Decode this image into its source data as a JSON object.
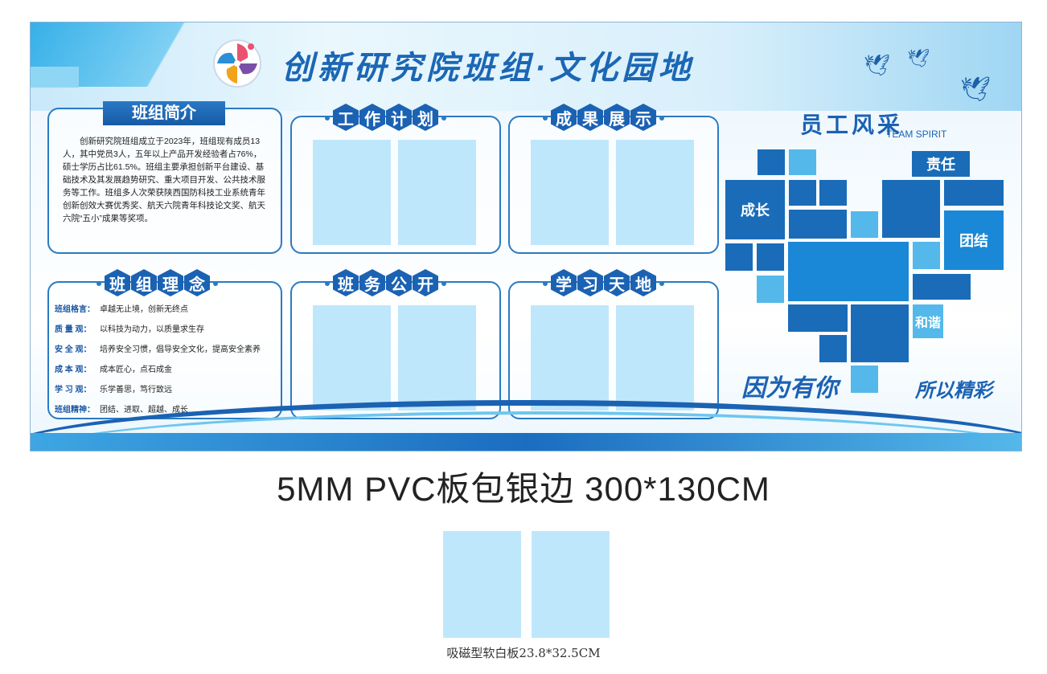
{
  "board": {
    "title": "创新研究院班组·文化园地",
    "intro": {
      "heading": "班组简介",
      "text": "创新研究院班组成立于2023年，班组现有成员13人，其中党员3人，五年以上产品开发经验者占76%，硕士学历占比61.5%。班组主要承担创新平台建设、基础技术及其发展趋势研究、重大项目开发、公共技术服务等工作。班组多人次荣获陕西国防科技工业系统青年创新创效大赛优秀奖、航天六院青年科技论文奖、航天六院“五小”成果等奖项。"
    },
    "concept": {
      "heading": [
        "班",
        "组",
        "理",
        "念"
      ],
      "rows": [
        {
          "key": "班组格言：",
          "value": "卓越无止境，创新无终点"
        },
        {
          "key": "质 量 观：",
          "value": "以科技为动力，以质量求生存"
        },
        {
          "key": "安 全 观：",
          "value": "培养安全习惯，倡导安全文化，提高安全素养"
        },
        {
          "key": "成 本 观：",
          "value": "成本匠心，点石成金"
        },
        {
          "key": "学 习 观：",
          "value": "乐学善思，笃行致远"
        },
        {
          "key": "班组精神：",
          "value": "团结、进取、超越、成长"
        }
      ]
    },
    "sections": {
      "work_plan": [
        "工",
        "作",
        "计",
        "划"
      ],
      "achievements": [
        "成",
        "果",
        "展",
        "示"
      ],
      "affairs": [
        "班",
        "务",
        "公",
        "开"
      ],
      "learning": [
        "学",
        "习",
        "天",
        "地"
      ]
    },
    "staff": {
      "title": "员工风采",
      "subtitle": "TEAM SPIRIT",
      "tags": {
        "growth": "成长",
        "duty": "责任",
        "unity": "团结",
        "harmony": "和谐"
      },
      "slogan_left": "因为有你",
      "slogan_right": "所以精彩"
    },
    "colors": {
      "primary": "#1b62b3",
      "tile_dark": "#1a6cb8",
      "tile_light": "#54b8ea",
      "slot": "#bfe7fb"
    }
  },
  "spec_label": "5MM PVC板包银边 300*130CM",
  "sample_caption": "吸磁型软白板23.8*32.5CM"
}
